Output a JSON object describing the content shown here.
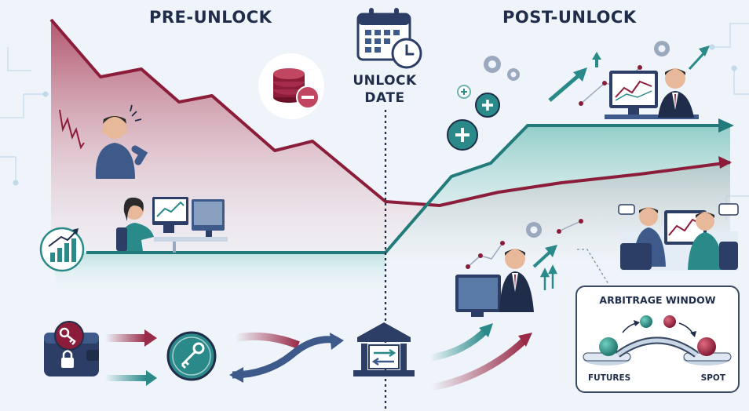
{
  "labels": {
    "pre_unlock": "PRE-UNLOCK",
    "post_unlock": "POST-UNLOCK",
    "unlock_date": "UNLOCK\nDATE",
    "arbitrage_window": "ARBITRAGE WINDOW",
    "futures": "FUTURES",
    "spot": "SPOT"
  },
  "colors": {
    "price_line": "#8c1d3a",
    "supply_line": "#227a7a",
    "navy": "#2c3e66",
    "background": "#eef4f9"
  },
  "icons": [
    "calendar-clock-icon",
    "coin-stack-minus-icon",
    "plus-coin-icon",
    "gear-icon",
    "growth-chart-icon",
    "wallet-key-icon",
    "key-coin-icon",
    "exchange-bank-icon",
    "stressed-person-icon",
    "trader-desk-icon",
    "happy-trader-icon",
    "discussing-traders-icon"
  ]
}
